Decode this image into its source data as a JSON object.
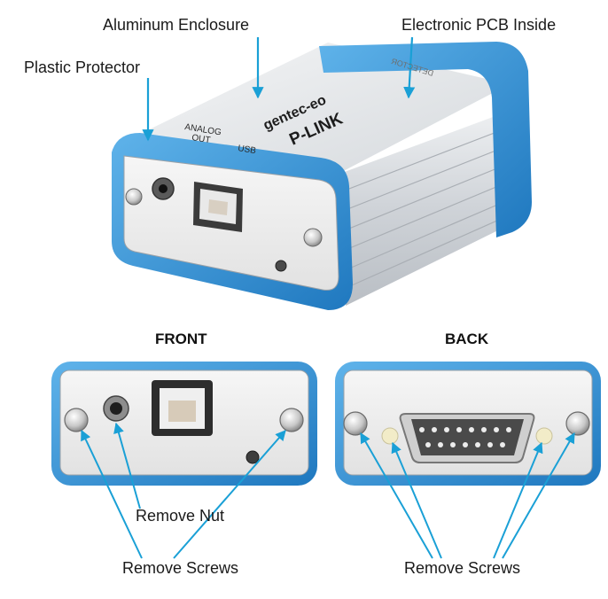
{
  "callouts": {
    "aluminum_enclosure": "Aluminum Enclosure",
    "pcb_inside": "Electronic PCB Inside",
    "plastic_protector": "Plastic Protector"
  },
  "device": {
    "brand": "gentec-eo",
    "model": "P-LINK",
    "back_label": "DETECTOR",
    "port_analog": "ANALOG OUT",
    "port_analog_line1": "ANALOG",
    "port_analog_line2": "OUT",
    "port_usb": "USB"
  },
  "front_panel": {
    "title": "FRONT",
    "remove_nut": "Remove Nut",
    "remove_screws": "Remove Screws"
  },
  "back_panel": {
    "title": "BACK",
    "remove_screws": "Remove Screws"
  },
  "colors": {
    "protector_blue": "#2f8fd0",
    "arrow_blue": "#1aa0d6",
    "aluminum": "#d8dce0"
  }
}
